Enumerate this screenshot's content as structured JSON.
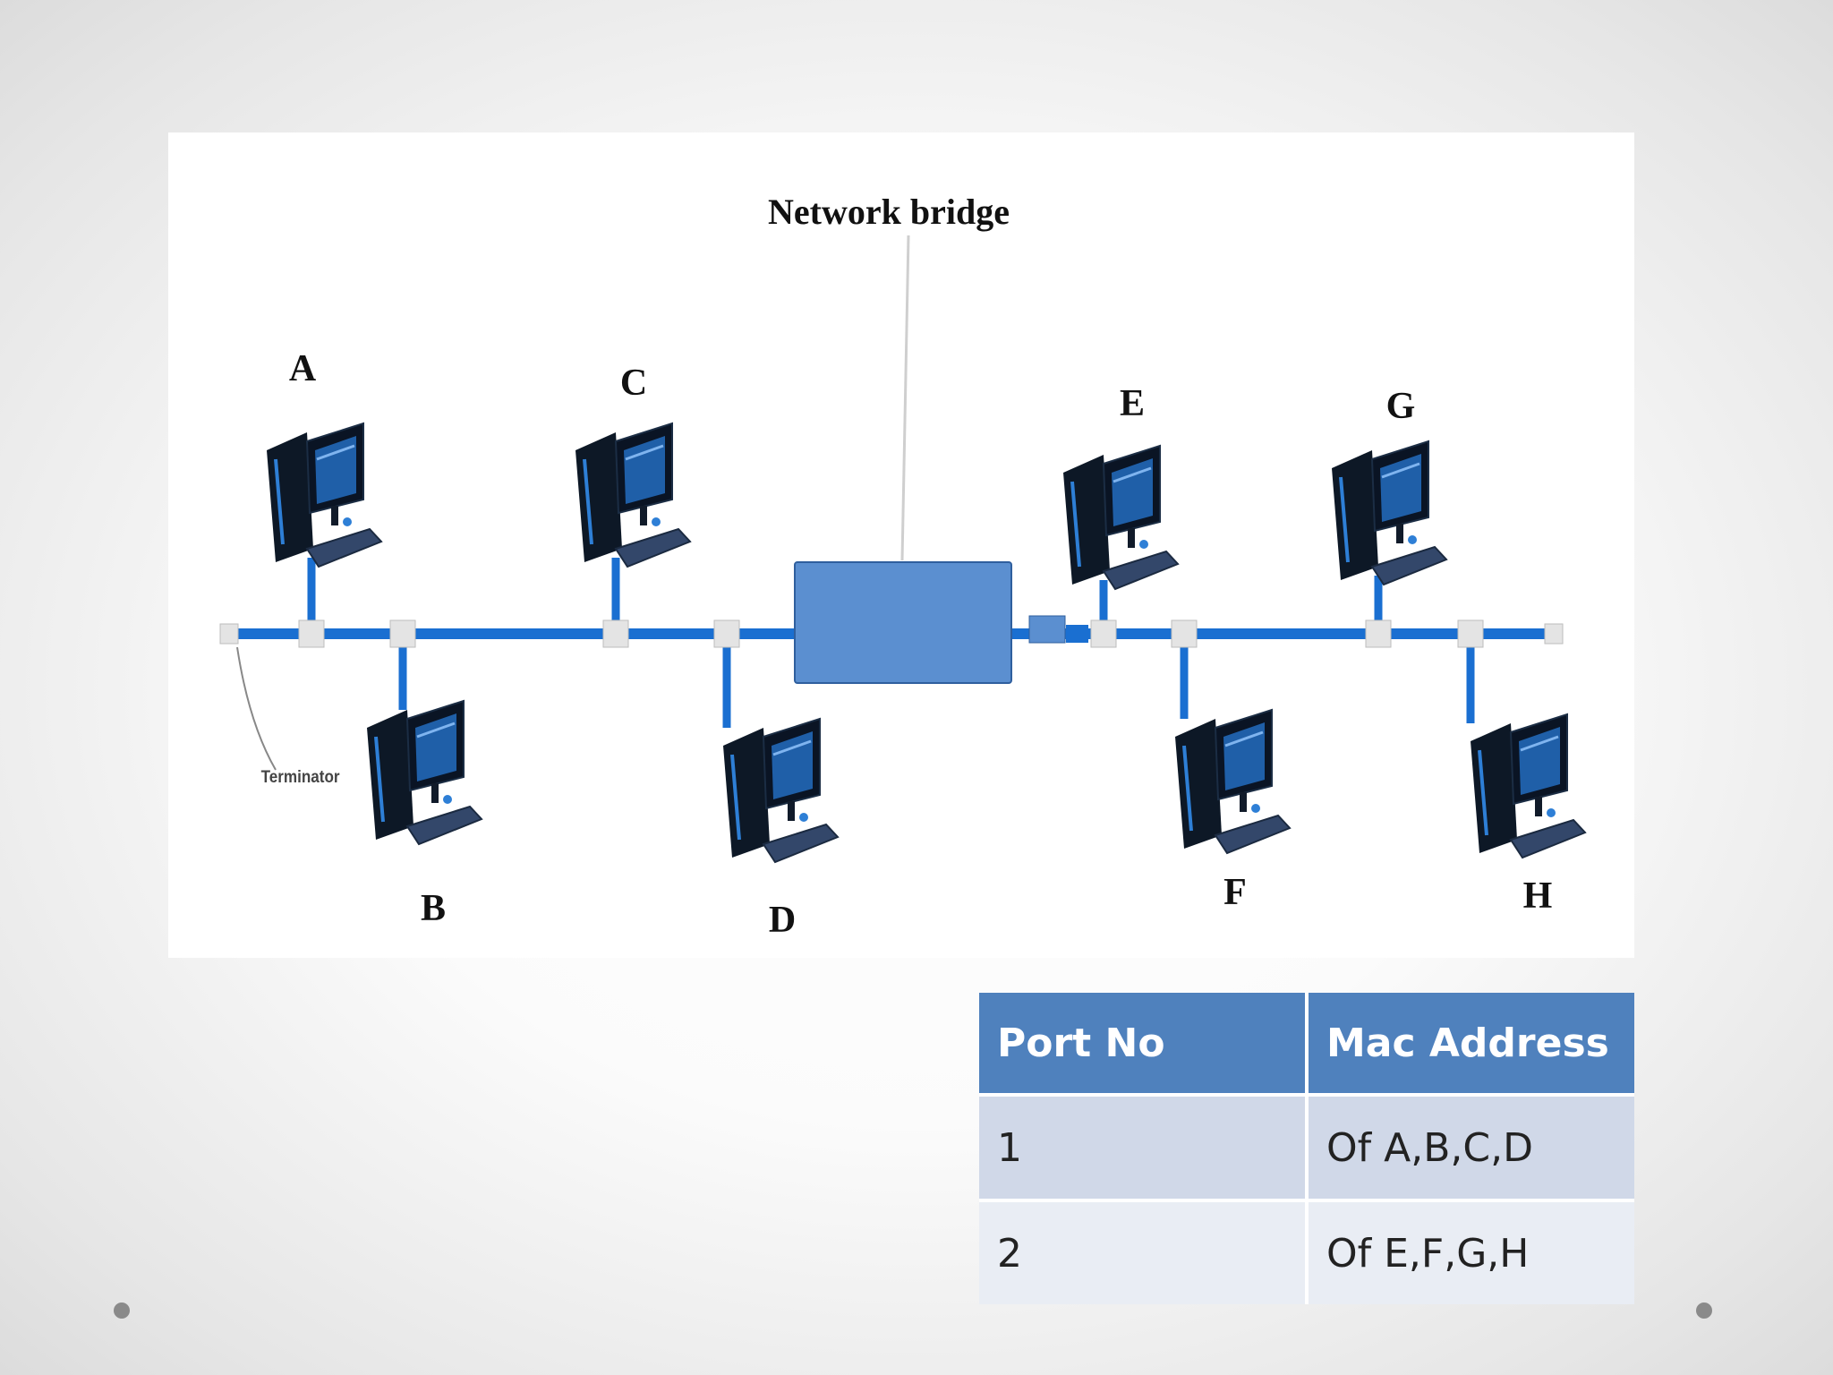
{
  "diagram": {
    "bridge_label": "Network bridge",
    "terminator_label": "Terminator",
    "hosts": [
      {
        "id": "A",
        "label": "A",
        "segment": 1,
        "side": "top"
      },
      {
        "id": "B",
        "label": "B",
        "segment": 1,
        "side": "bottom"
      },
      {
        "id": "C",
        "label": "C",
        "segment": 1,
        "side": "top"
      },
      {
        "id": "D",
        "label": "D",
        "segment": 1,
        "side": "bottom"
      },
      {
        "id": "E",
        "label": "E",
        "segment": 2,
        "side": "top"
      },
      {
        "id": "F",
        "label": "F",
        "segment": 2,
        "side": "bottom"
      },
      {
        "id": "G",
        "label": "G",
        "segment": 2,
        "side": "top"
      },
      {
        "id": "H",
        "label": "H",
        "segment": 2,
        "side": "bottom"
      }
    ],
    "colors": {
      "cable": "#1a6fd1",
      "bridge_fill": "#5b8fd0",
      "bridge_stroke": "#2f5f9e",
      "connector": "#e4e4e4",
      "computer_dark": "#0d1826",
      "computer_accent": "#2e7fd6"
    }
  },
  "table": {
    "headers": [
      "Port No",
      "Mac Address"
    ],
    "rows": [
      [
        "1",
        "Of  A,B,C,D"
      ],
      [
        "2",
        "Of  E,F,G,H"
      ]
    ],
    "colors": {
      "header": "#4f81bd",
      "row_odd": "#d0d8e8",
      "row_even": "#e9edf4"
    }
  },
  "slide": {
    "nav_dot_color": "#8a8a8a"
  }
}
